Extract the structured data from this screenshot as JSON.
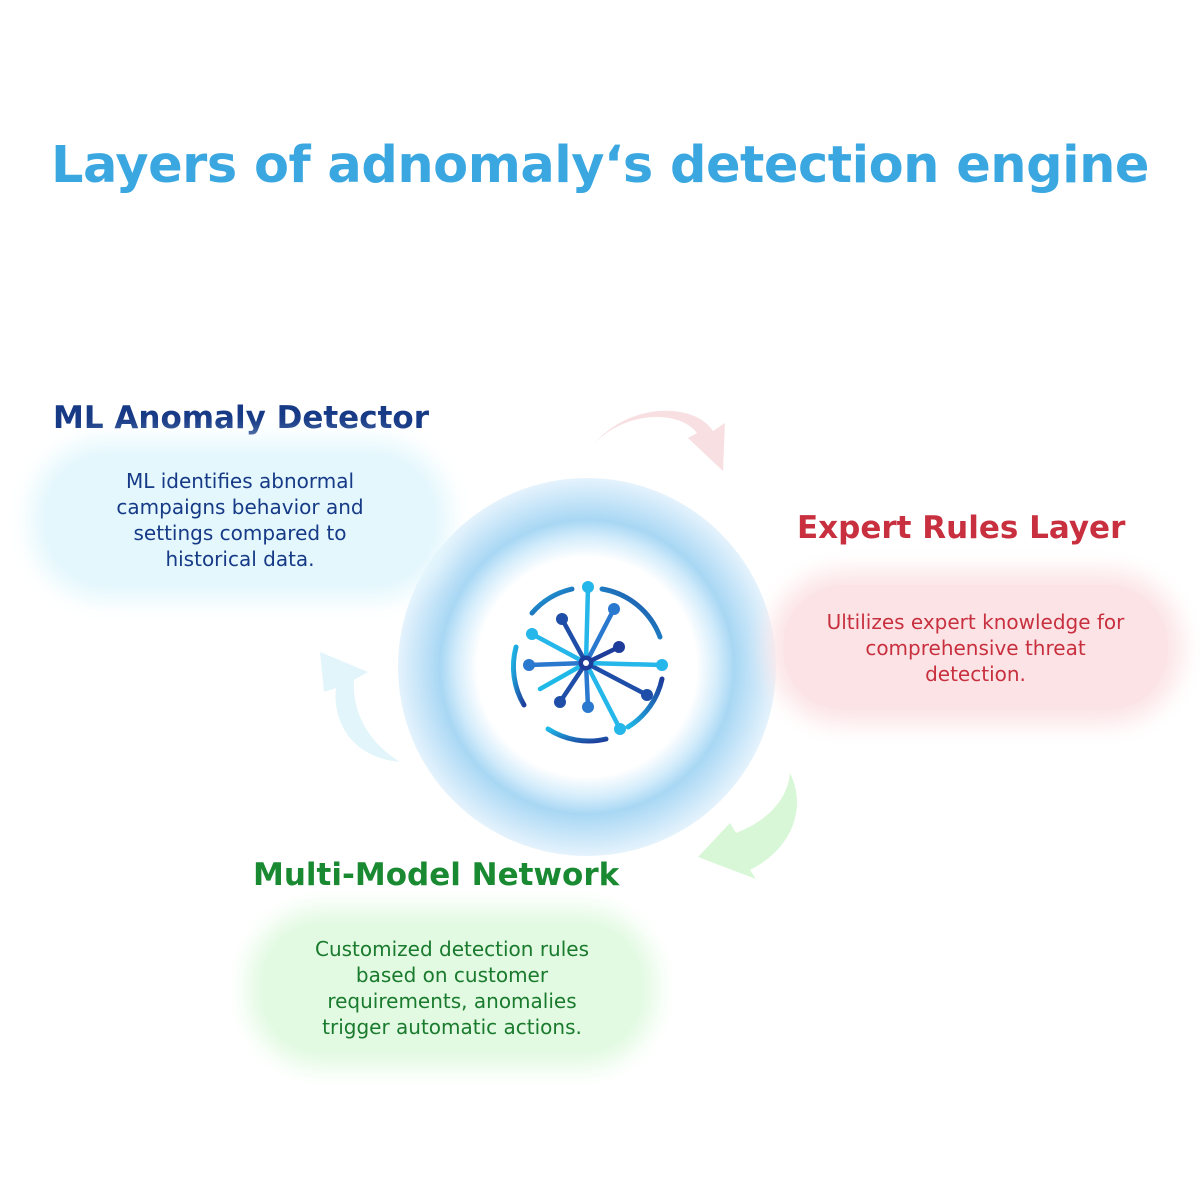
{
  "title": "Layers of adnomaly‘s detection engine",
  "layers": [
    {
      "heading": "ML Anomaly Detector",
      "description": "ML identifies abnormal campaigns behavior and settings compared to historical data.",
      "color": "#173a86",
      "bubble_color": "#e3f7fd"
    },
    {
      "heading": "Expert Rules Layer",
      "description": "Ultilizes expert knowledge for comprehensive threat detection.",
      "color": "#c8303f",
      "bubble_color": "#fce4e6"
    },
    {
      "heading": "Multi-Model Network",
      "description": "Customized detection rules based on customer requirements, anomalies trigger automatic actions.",
      "color": "#1a8a32",
      "bubble_color": "#e1fae1"
    }
  ],
  "center_icon": "network-hub-icon",
  "arrows": [
    {
      "name": "cycle-arrow-icon",
      "color": "#f7dfe2"
    },
    {
      "name": "cycle-arrow-icon",
      "color": "#d8f7d6"
    },
    {
      "name": "cycle-arrow-icon",
      "color": "#e2f5fb"
    }
  ]
}
